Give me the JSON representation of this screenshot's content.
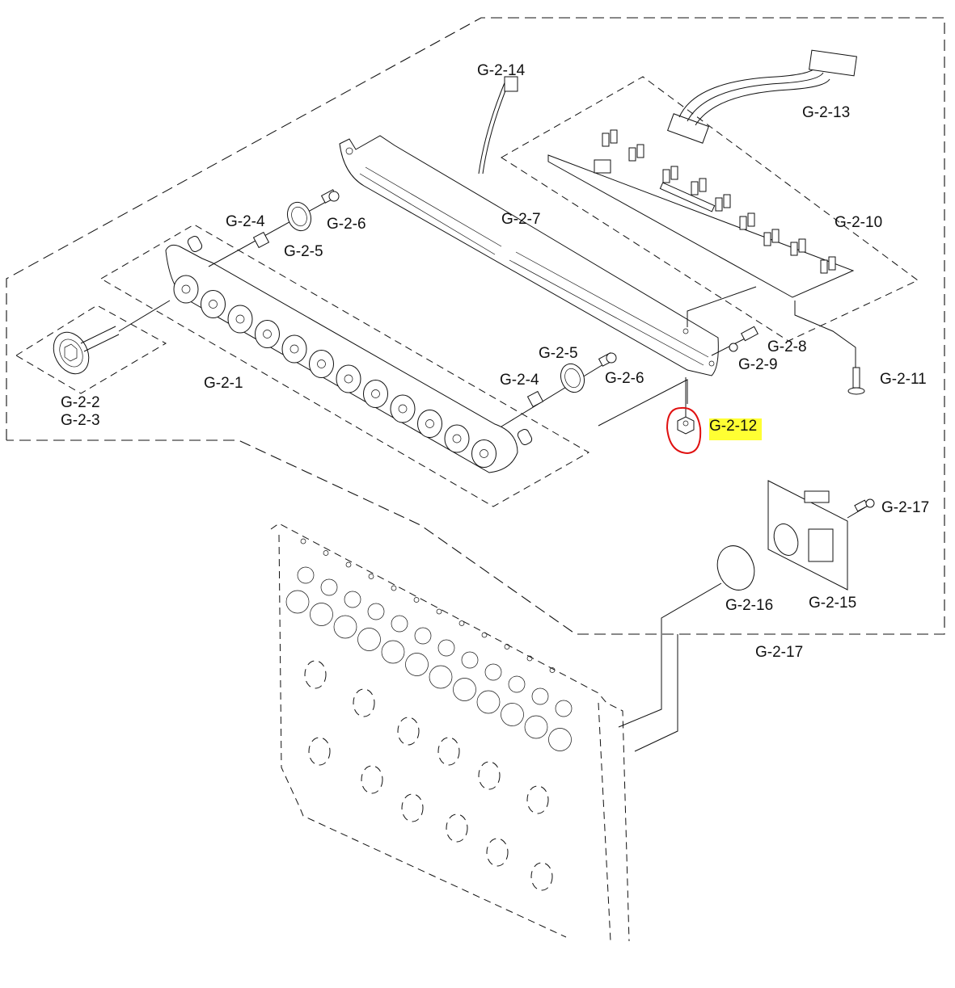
{
  "diagram": {
    "type": "exploded-parts-diagram",
    "labels": {
      "g21": "G-2-1",
      "g22": "G-2-2",
      "g23": "G-2-3",
      "g24_top": "G-2-4",
      "g25_top": "G-2-5",
      "g26_top": "G-2-6",
      "g24_mid": "G-2-4",
      "g25_mid": "G-2-5",
      "g26_mid": "G-2-6",
      "g27": "G-2-7",
      "g28": "G-2-8",
      "g29": "G-2-9",
      "g210": "G-2-10",
      "g211": "G-2-11",
      "g212": "G-2-12",
      "g213": "G-2-13",
      "g214": "G-2-14",
      "g215": "G-2-15",
      "g216": "G-2-16",
      "g217_screw": "G-2-17",
      "g217_group": "G-2-17"
    },
    "annotations": {
      "highlighted_part": "G-2-12",
      "circle_color": "#e01010",
      "highlight_color": "#ffff33"
    }
  }
}
